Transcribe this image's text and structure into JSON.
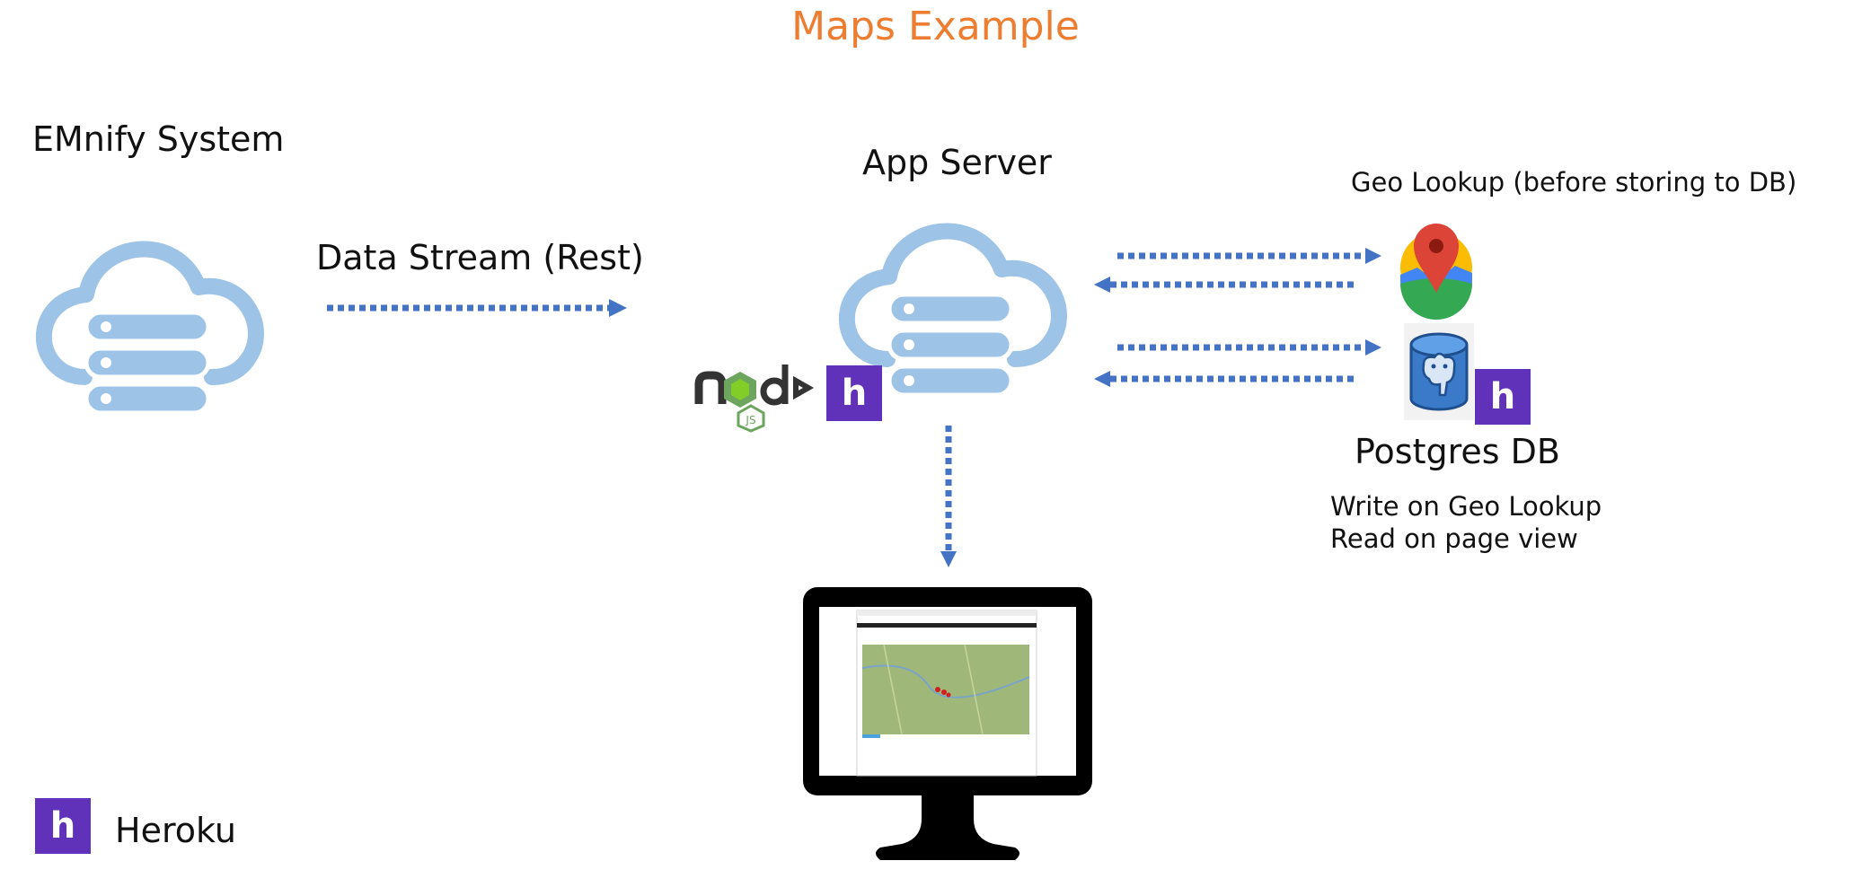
{
  "title": "Maps Example",
  "nodes": {
    "emnify": {
      "label": "EMnify System",
      "icon": "cloud-server-icon"
    },
    "app_server": {
      "label": "App Server",
      "icon": "cloud-server-icon",
      "badges": [
        "nodejs-logo-icon",
        "heroku-logo-icon"
      ]
    },
    "geo_lookup": {
      "label": "Geo Lookup (before storing to DB)",
      "icon": "google-maps-pin-icon"
    },
    "postgres": {
      "label": "Postgres DB",
      "icon": "postgres-elephant-icon",
      "badges": [
        "heroku-logo-icon"
      ],
      "notes": [
        "Write on Geo Lookup",
        "Read on page view"
      ]
    },
    "browser": {
      "icon": "monitor-map-icon"
    }
  },
  "edges": {
    "data_stream": {
      "label": "Data Stream (Rest)"
    }
  },
  "legend": {
    "heroku_label": "Heroku",
    "icon": "heroku-logo-icon"
  },
  "colors": {
    "title": "#ed7d31",
    "cloud": "#9dc3e6",
    "arrow": "#4472c4",
    "heroku": "#6032b9",
    "map_pin": "#db4437"
  }
}
